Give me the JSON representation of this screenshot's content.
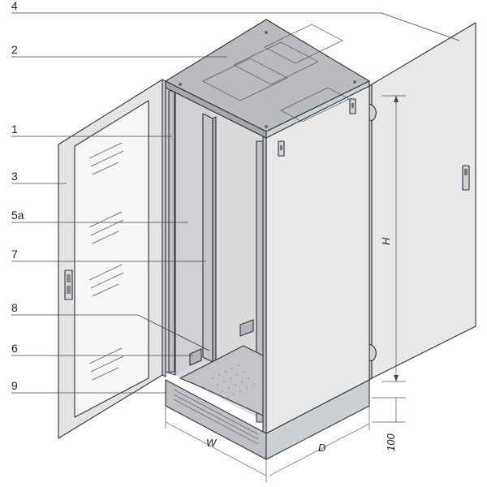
{
  "callouts": [
    {
      "label": "4"
    },
    {
      "label": "2"
    },
    {
      "label": "1"
    },
    {
      "label": "3"
    },
    {
      "label": "5a"
    },
    {
      "label": "7"
    },
    {
      "label": "8"
    },
    {
      "label": "6"
    },
    {
      "label": "9"
    }
  ],
  "dimensions": {
    "height": "H",
    "width": "W",
    "depth": "D",
    "plinth": "100"
  },
  "colors": {
    "panel": "#e7e8ea",
    "panel_dark": "#c9cbce",
    "roof": "#b9bbbe",
    "glass": "#f4f6f8",
    "interior": "#d9dadc",
    "plinth": "#bfc1c4"
  }
}
